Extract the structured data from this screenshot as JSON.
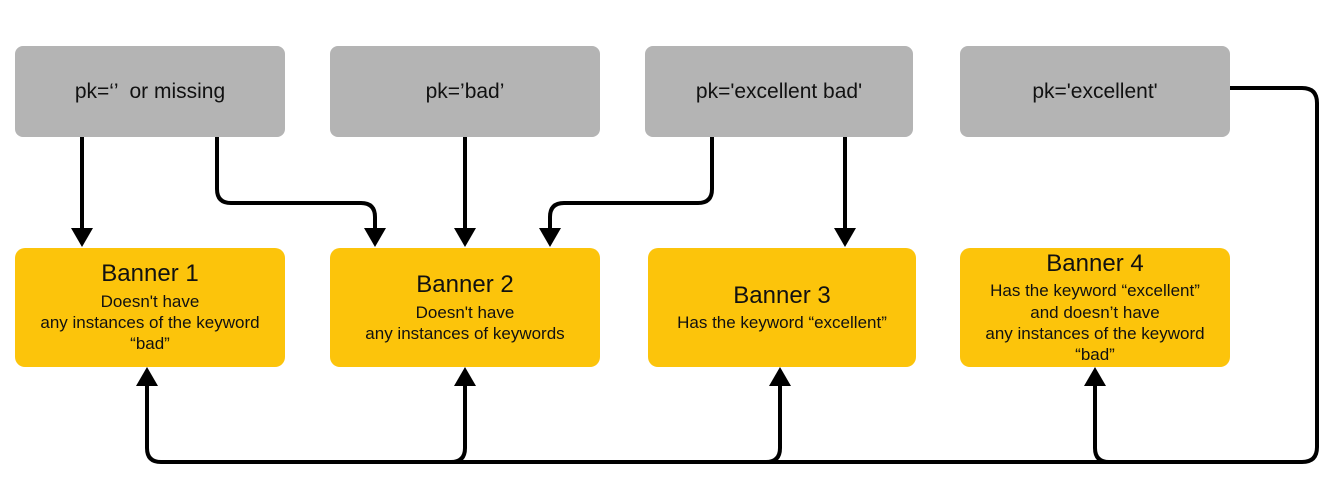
{
  "diagram": {
    "conditions": [
      {
        "id": "condition-1",
        "label": "pk=‘’  or missing"
      },
      {
        "id": "condition-2",
        "label": "pk=’bad’"
      },
      {
        "id": "condition-3",
        "label": "pk='excellent bad'"
      },
      {
        "id": "condition-4",
        "label": "pk='excellent'"
      }
    ],
    "banners": [
      {
        "id": "banner-1",
        "title": "Banner 1",
        "lines": [
          "Doesn't have",
          "any instances of the keyword “bad”"
        ]
      },
      {
        "id": "banner-2",
        "title": "Banner 2",
        "lines": [
          "Doesn't have",
          "any instances of keywords"
        ]
      },
      {
        "id": "banner-3",
        "title": "Banner 3",
        "lines": [
          "Has the keyword “excellent”"
        ]
      },
      {
        "id": "banner-4",
        "title": "Banner 4",
        "lines": [
          "Has the keyword “excellent”",
          "and doesn’t have",
          "any instances of the keyword “bad”"
        ]
      }
    ],
    "edges": [
      {
        "from": "condition-1",
        "to": "banner-1"
      },
      {
        "from": "condition-1",
        "to": "banner-2"
      },
      {
        "from": "condition-2",
        "to": "banner-2"
      },
      {
        "from": "condition-3",
        "to": "banner-2"
      },
      {
        "from": "condition-3",
        "to": "banner-3"
      },
      {
        "from": "condition-4",
        "to": "banner-4"
      },
      {
        "from": "condition-4",
        "to": "banner-3"
      },
      {
        "from": "condition-4",
        "to": "banner-2"
      },
      {
        "from": "condition-4",
        "to": "banner-1"
      }
    ],
    "colors": {
      "condition_fill": "#b4b4b4",
      "banner_fill": "#fcc40b",
      "connector": "#000000",
      "background": "#ffffff",
      "text": "#111111"
    }
  }
}
